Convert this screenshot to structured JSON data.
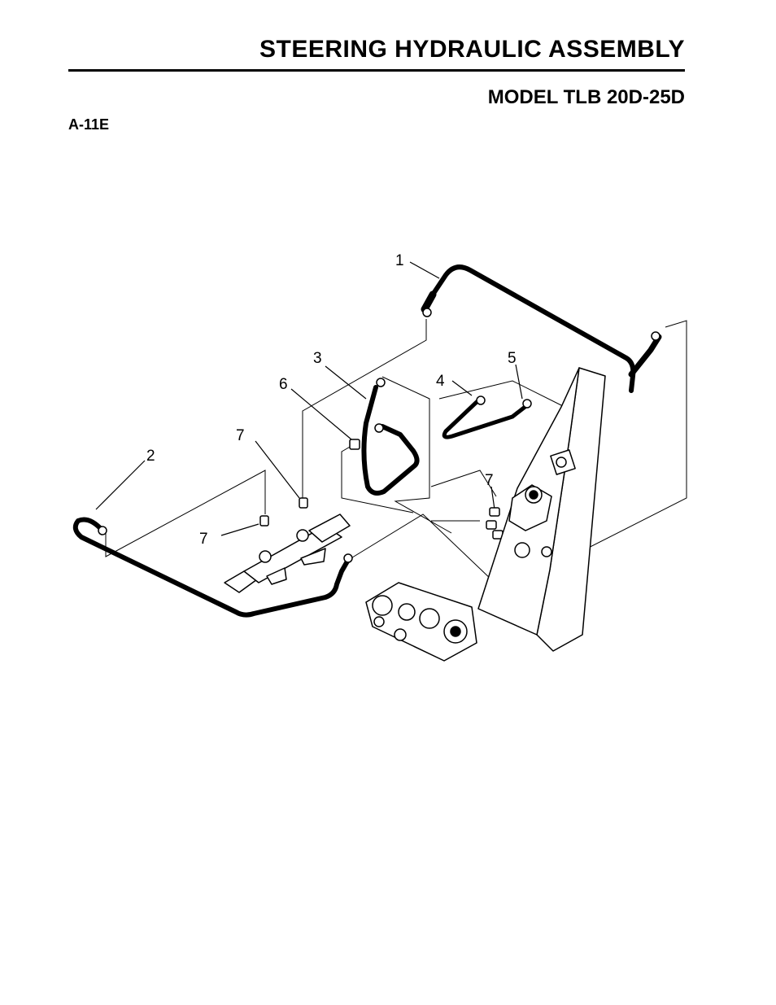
{
  "header": {
    "title": "STEERING HYDRAULIC ASSEMBLY",
    "model": "MODEL TLB 20D-25D",
    "code": "A-11E"
  },
  "diagram": {
    "callouts": [
      "1",
      "2",
      "3",
      "4",
      "5",
      "6",
      "7",
      "7",
      "7"
    ]
  }
}
